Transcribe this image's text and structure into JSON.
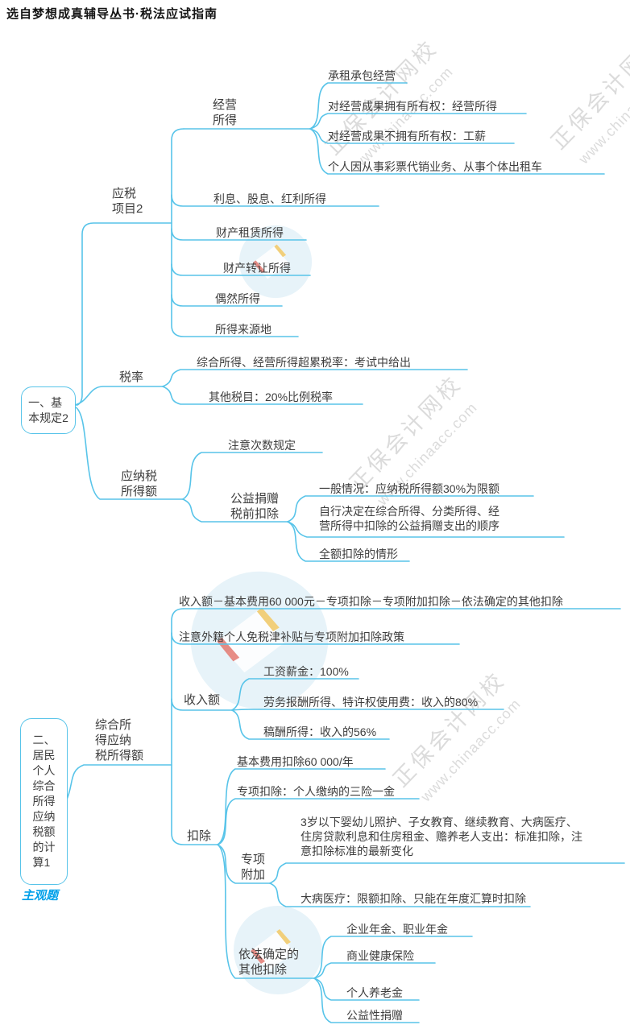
{
  "header": {
    "title": "选自梦想成真辅导丛书·税法应试指南"
  },
  "watermark": {
    "brand": "正保会计网校",
    "url": "www.chinaacc.com"
  },
  "colors": {
    "line": "#58c4e9",
    "text": "#3d3d3d",
    "badge_blue": "#00a0e9",
    "logo_blue": "#cfe8f4"
  },
  "map1": {
    "root": "一、基\n本规定2",
    "branch_taxable_items": {
      "label": "应税\n项目2",
      "business_income": {
        "label": "经营\n所得",
        "children": [
          "承租承包经营",
          "对经营成果拥有所有权：经营所得",
          "对经营成果不拥有所有权：工薪",
          "个人因从事彩票代销业务、从事个体出租车"
        ]
      },
      "interest_dividend": "利息、股息、红利所得",
      "property_lease": "财产租赁所得",
      "property_transfer": "财产转让所得",
      "incidental": "偶然所得",
      "income_source": "所得来源地"
    },
    "branch_tax_rate": {
      "label": "税率",
      "children": [
        "综合所得、经营所得超累税率：考试中给出",
        "其他税目：20%比例税率"
      ]
    },
    "branch_taxable_income": {
      "label": "应纳税\n所得额",
      "frequency_note": "注意次数规定",
      "donation": {
        "label": "公益捐赠\n税前扣除",
        "children": [
          "一般情况：应纳税所得额30%为限额",
          "自行决定在综合所得、分类所得、经营所得中扣除的公益捐赠支出的顺序",
          "全额扣除的情形"
        ]
      }
    }
  },
  "map2": {
    "root": "二、\n居民\n个人\n综合\n所得\n应纳\n税额\n的计\n算1",
    "subjective_badge": "主观题",
    "branch_comprehensive": {
      "label": "综合所\n得应纳\n税所得额",
      "formula": "收入额－基本费用60 000元－专项扣除－专项附加扣除－依法确定的其他扣除",
      "foreign_note": "注意外籍个人免税津补贴与专项附加扣除政策",
      "income_amount": {
        "label": "收入额",
        "children": [
          "工资薪金：100%",
          "劳务报酬所得、特许权使用费：收入的80%",
          "稿酬所得：收入的56%"
        ]
      },
      "deductions": {
        "label": "扣除",
        "basic_fee": "基本费用扣除60 000/年",
        "special": "专项扣除：个人缴纳的三险一金",
        "special_additional": {
          "label": "专项\n附加",
          "children": [
            "3岁以下婴幼儿照护、子女教育、继续教育、大病医疗、住房贷款利息和住房租金、赡养老人支出：标准扣除，注意扣除标准的最新变化",
            "大病医疗：限额扣除、只能在年度汇算时扣除"
          ]
        },
        "other_legal": {
          "label": "依法确定的\n其他扣除",
          "children": [
            "企业年金、职业年金",
            "商业健康保险",
            "个人养老金",
            "公益性捐赠"
          ]
        }
      }
    }
  }
}
